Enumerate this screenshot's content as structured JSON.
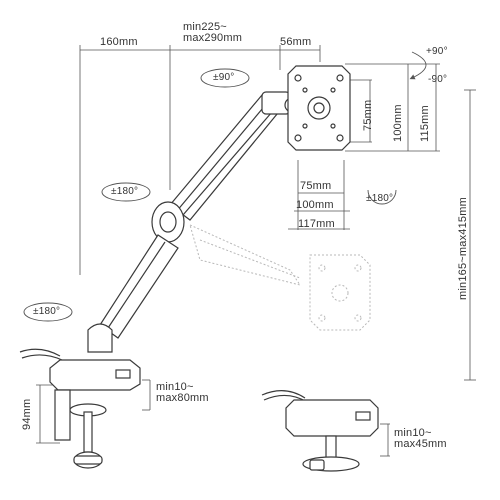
{
  "dimensions": {
    "arm_reach_lower": "160mm",
    "arm_reach_upper": "min225~\nmax290mm",
    "vesa_offset": "56mm",
    "vesa_small": "75mm",
    "vesa_large": "100mm",
    "plate_height": "115mm",
    "plate_width": "117mm",
    "vesa_small_h": "75mm",
    "vesa_large_h": "100mm",
    "height_range": "min165~max415mm",
    "clamp_height": "94mm",
    "clamp_range": "min10~\nmax80mm",
    "grommet_range": "min10~\nmax45mm"
  },
  "rotations": {
    "head_rotate": "±90°",
    "tilt_up": "+90°",
    "tilt_down": "-90°",
    "swivel_upper": "±180°",
    "swivel_plate": "±180°",
    "swivel_base": "±180°"
  },
  "colors": {
    "line": "#3a3a3a",
    "ghost": "#b8b8b8",
    "dim": "#555555"
  }
}
